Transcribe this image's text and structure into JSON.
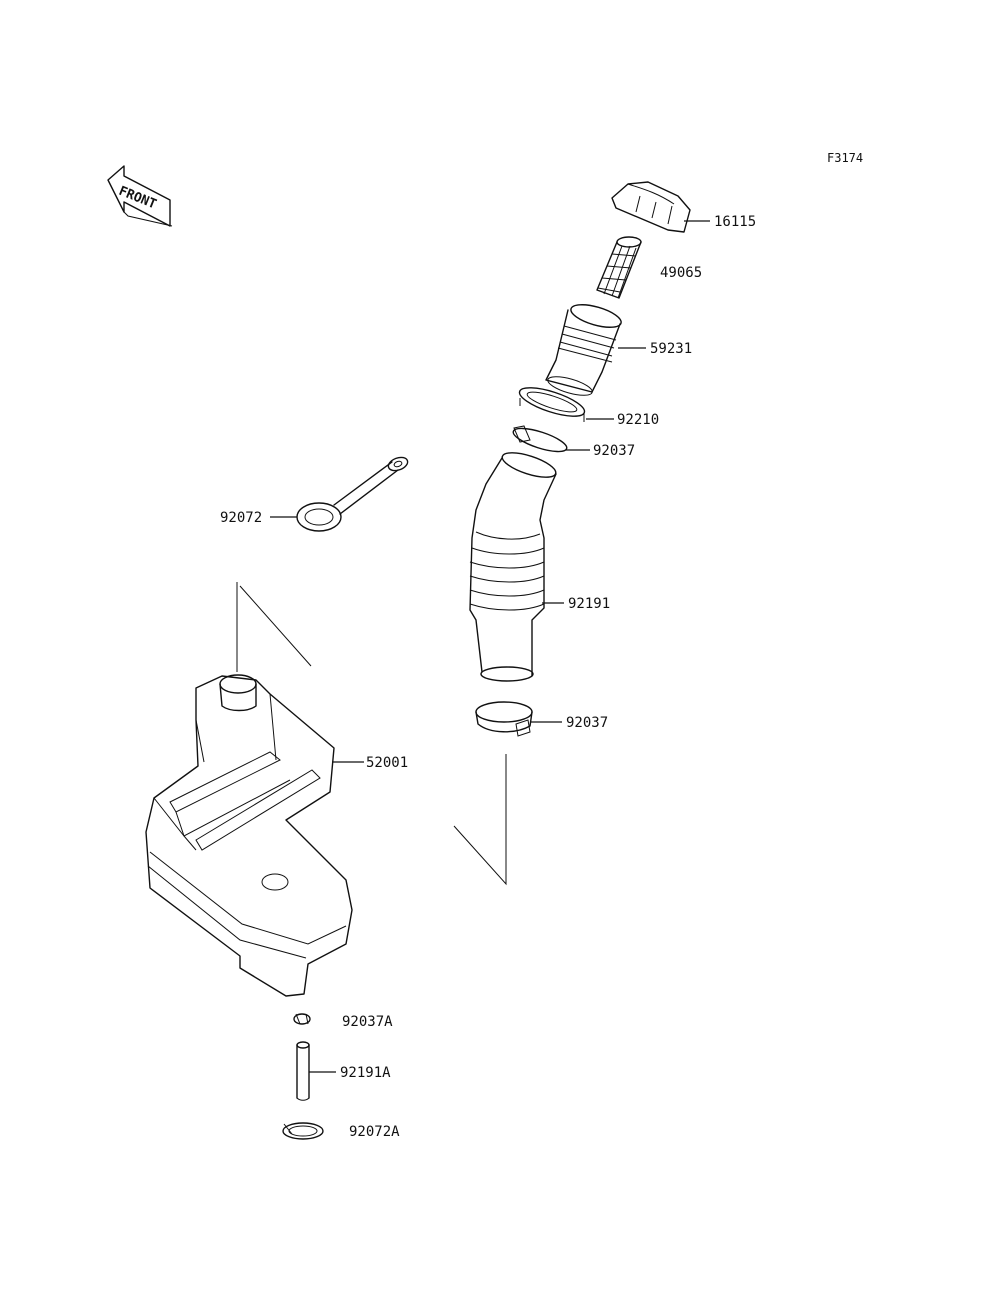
{
  "diagram_code": "F3174",
  "front_label": "FRONT",
  "parts": {
    "cap": "16115",
    "filter": "49065",
    "filler_neck": "59231",
    "gasket": "92210",
    "clamp_upper": "92037",
    "cap_strap": "92072",
    "hose": "92191",
    "clamp_lower": "92037",
    "tank": "52001",
    "clip": "92037A",
    "breather_hose": "92191A",
    "band": "92072A"
  }
}
